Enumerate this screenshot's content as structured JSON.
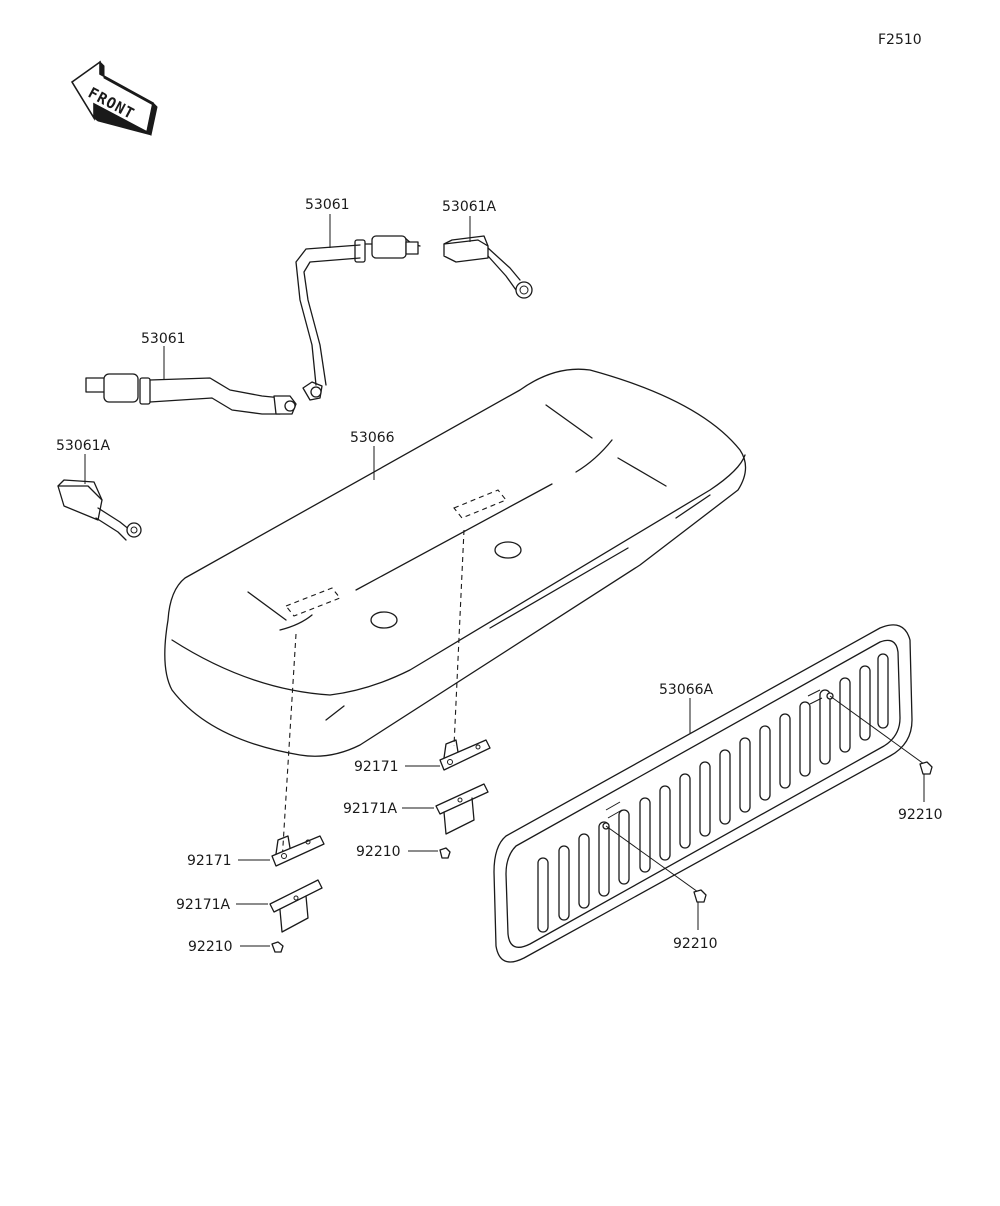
{
  "figure_code": "F2510",
  "front_indicator": {
    "text": "FRONT",
    "icon": "front-arrow-icon"
  },
  "labels": {
    "belt_upper": "53061",
    "buckle_upper": "53061A",
    "belt_left": "53061",
    "buckle_left": "53061A",
    "seat_cushion": "53066",
    "seat_back": "53066A",
    "bracket_right": "92171",
    "bracket_right_a": "92171A",
    "nut_center": "92210",
    "bracket_left": "92171",
    "bracket_left_a": "92171A",
    "nut_left": "92210",
    "nut_back_center": "92210",
    "nut_back_right": "92210"
  }
}
